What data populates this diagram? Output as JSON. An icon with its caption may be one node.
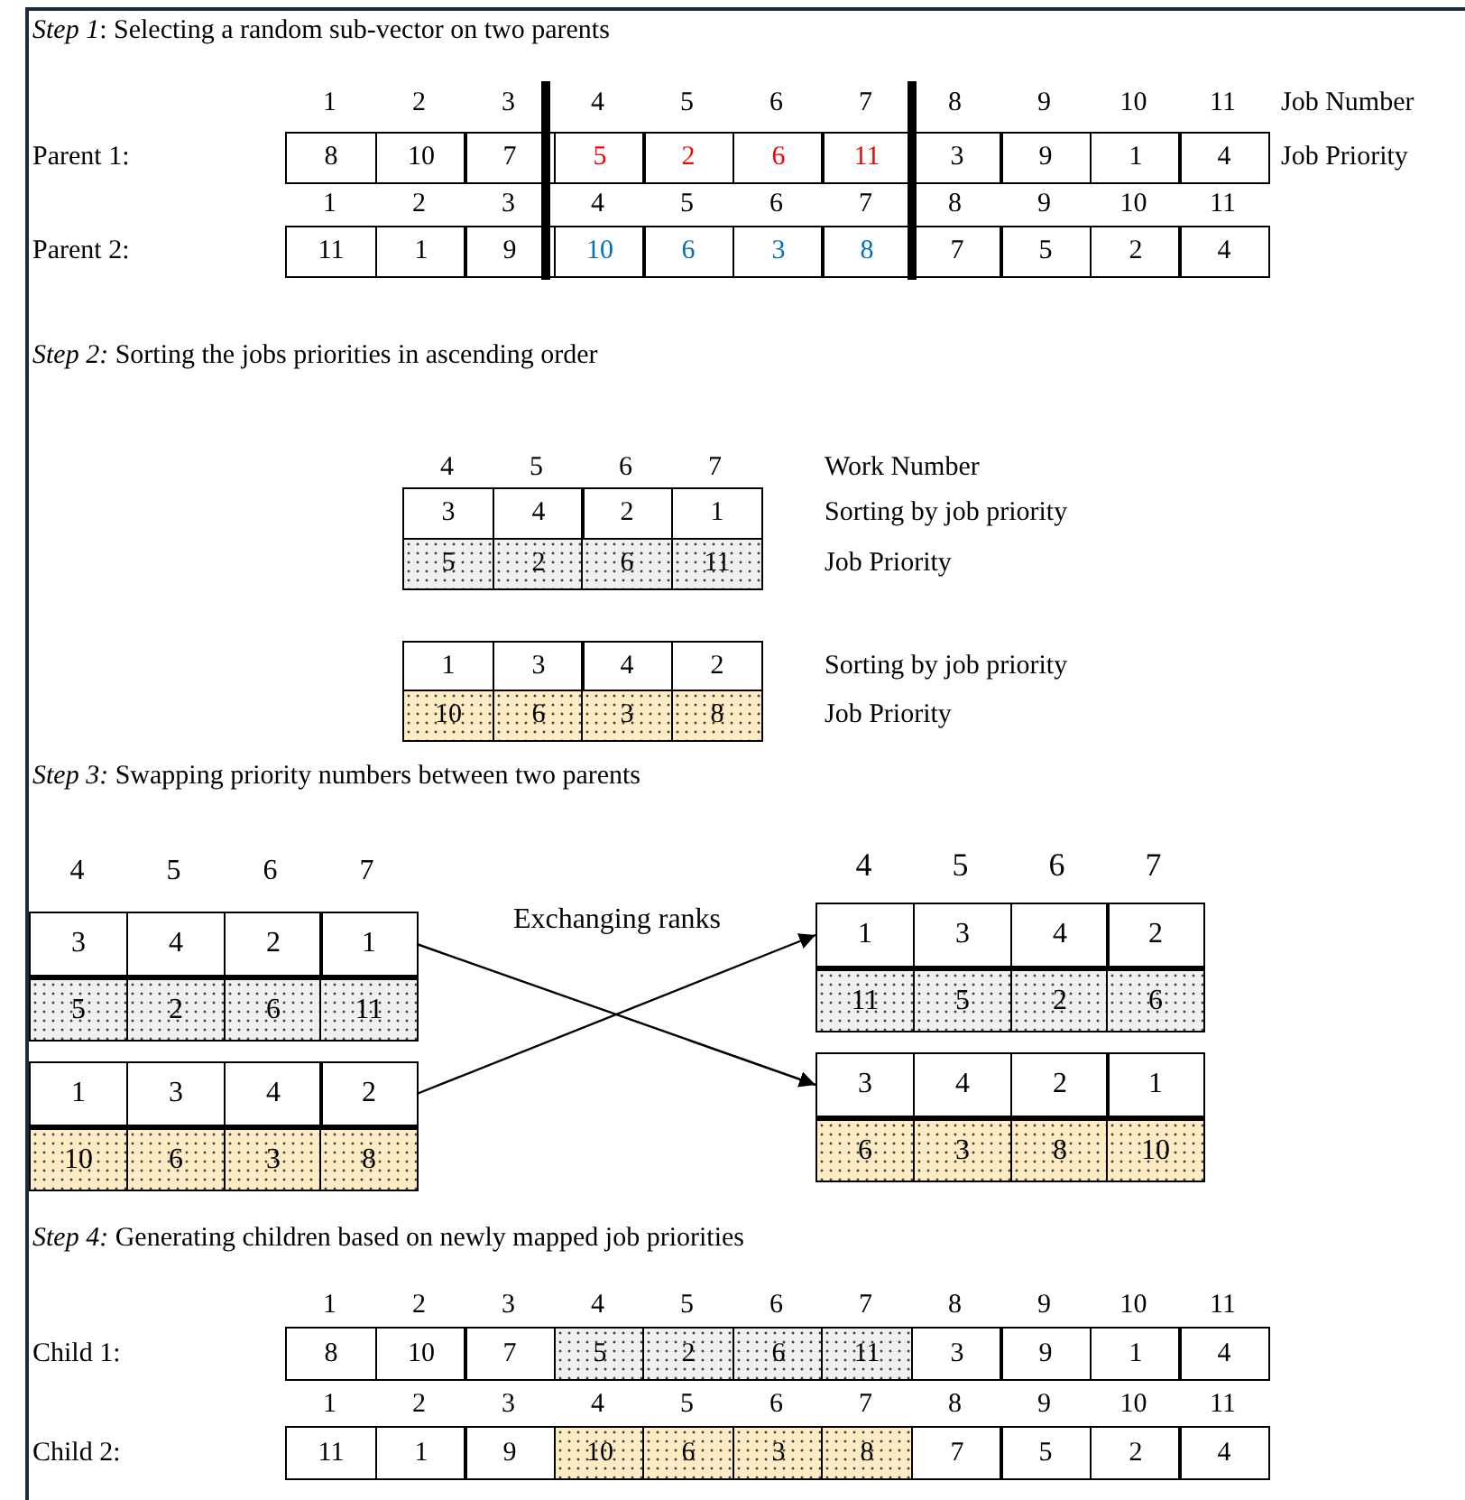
{
  "diagram": {
    "nodes": [
      {
        "text": [
          "3",
          "4",
          "2",
          "1",
          "5",
          "2",
          "6",
          "11"
        ]
      },
      {
        "text": [
          "1",
          "3",
          "4",
          "2",
          "10",
          "6",
          "3",
          "8"
        ]
      },
      {
        "text": [
          "1",
          "3",
          "4",
          "2",
          "11",
          "5",
          "2",
          "6"
        ]
      },
      {
        "text": [
          "3",
          "4",
          "2",
          "1",
          "6",
          "3",
          "8",
          "10"
        ]
      }
    ],
    "edges": [
      {
        "from": 0,
        "to": 3,
        "arrow": "to"
      },
      {
        "from": 1,
        "to": 2,
        "arrow": "to"
      }
    ],
    "labels": [
      "*Step 1*: Selecting a random sub-vector on two parents",
      "1",
      "2",
      "3",
      "4",
      "5",
      "6",
      "7",
      "8",
      "9",
      "10",
      "11",
      "Job Number",
      "Parent 1:",
      "8",
      "10",
      "7",
      "5",
      "2",
      "6",
      "11",
      "3",
      "9",
      "1",
      "4",
      "Job Priority",
      "1",
      "2",
      "3",
      "4",
      "5",
      "6",
      "7",
      "8",
      "9",
      "10",
      "11",
      "Parent 2:",
      "11",
      "1",
      "9",
      "10",
      "6",
      "3",
      "8",
      "7",
      "5",
      "2",
      "4",
      "*Step 2:* Sorting the jobs priorities in ascending order",
      "4",
      "5",
      "6",
      "7",
      "Work Number",
      "3",
      "4",
      "2",
      "1",
      "Sorting by job priority",
      "5",
      "2",
      "6",
      "11",
      "Job Priority",
      "1",
      "3",
      "4",
      "2",
      "Sorting by job priority",
      "10",
      "6",
      "3",
      "8",
      "Job Priority",
      "*Step 3:* Swapping priority numbers between two parents",
      "4",
      "5",
      "6",
      "7",
      "4",
      "5",
      "6",
      "7",
      "Exchanging ranks",
      "*Step 4:* Generating children based on newly mapped job priorities",
      "1",
      "2",
      "3",
      "4",
      "5",
      "6",
      "7",
      "8",
      "9",
      "10",
      "11",
      "Child 1:",
      "8",
      "10",
      "7",
      "5",
      "2",
      "6",
      "11",
      "3",
      "9",
      "1",
      "4",
      "1",
      "2",
      "3",
      "4",
      "5",
      "6",
      "7",
      "8",
      "9",
      "10",
      "11",
      "Child 2:",
      "11",
      "1",
      "9",
      "10",
      "6",
      "3",
      "8",
      "7",
      "5",
      "2",
      "4"
    ]
  }
}
